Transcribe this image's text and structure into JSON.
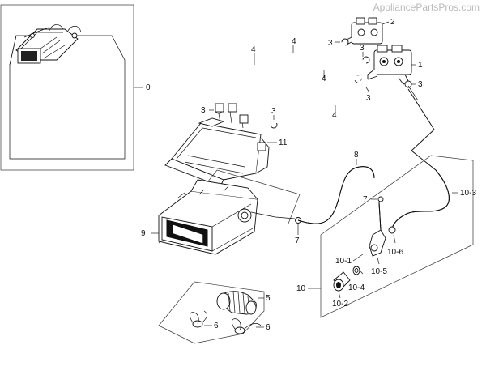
{
  "watermark": "AppliancePartsPros.com",
  "labels": {
    "l0": "0",
    "l1": "1",
    "l2": "2",
    "l3a": "3",
    "l3b": "3",
    "l3c": "3",
    "l3d": "3",
    "l3e": "3",
    "l3f": "3",
    "l4a": "4",
    "l4b": "4",
    "l4c": "4",
    "l4d": "4",
    "l5": "5",
    "l6a": "6",
    "l6b": "6",
    "l7a": "7",
    "l7b": "7",
    "l8": "8",
    "l9": "9",
    "l10": "10",
    "l10_1": "10-1",
    "l10_2": "10-2",
    "l10_3": "10-3",
    "l10_4": "10-4",
    "l10_5": "10-5",
    "l10_6": "10-6",
    "l11": "11"
  }
}
